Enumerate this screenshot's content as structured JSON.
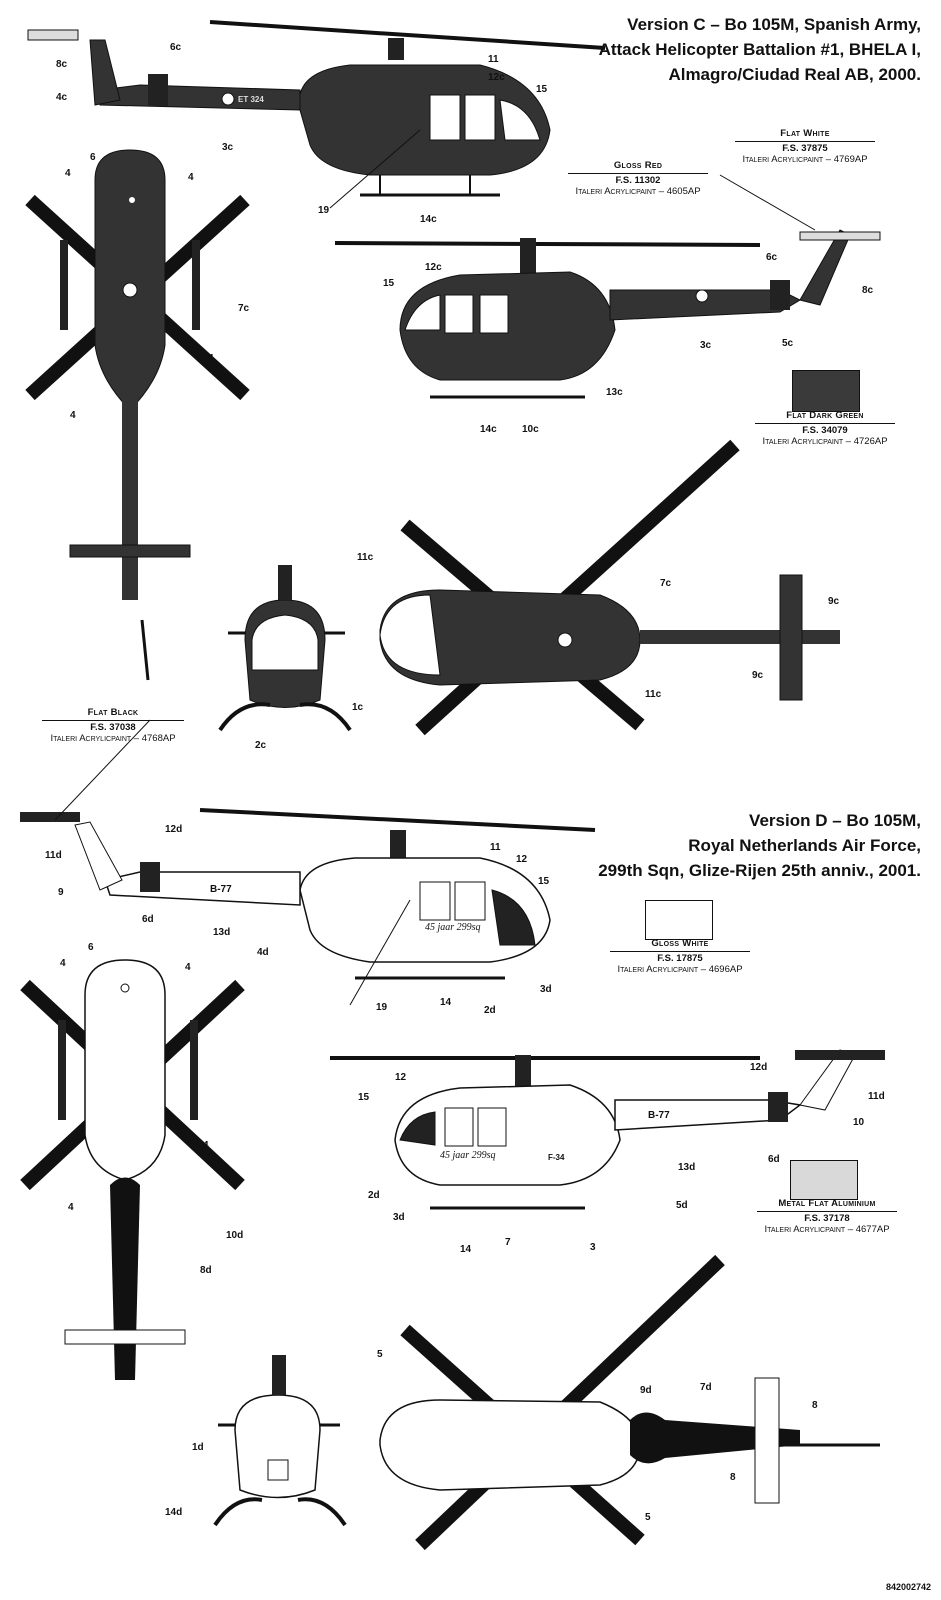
{
  "version_c": {
    "title_lines": [
      "Version C – Bo 105M, Spanish Army,",
      "Attack Helicopter Battalion #1, BHELA I,",
      "Almagro/Ciudad Real AB, 2000."
    ],
    "registration": "ET 324"
  },
  "version_d": {
    "title_lines": [
      "Version D – Bo 105M,",
      "Royal Netherlands Air Force,",
      "299th Sqn, Glize-Rijen 25th anniv., 2001."
    ],
    "registration": "B-77",
    "nose_code": "F-34",
    "anniversary_marking": "45 jaar 299sq"
  },
  "paints": {
    "flat_white": {
      "name": "Flat White",
      "fs": "F.S. 37875",
      "acrylic": "Italeri Acrylicpaint – 4769AP",
      "color": "#ffffff"
    },
    "gloss_red": {
      "name": "Gloss Red",
      "fs": "F.S. 11302",
      "acrylic": "Italeri Acrylicpaint – 4605AP",
      "color": "#b01515"
    },
    "flat_dark_green": {
      "name": "Flat Dark Green",
      "fs": "F.S. 34079",
      "acrylic": "Italeri Acrylicpaint – 4726AP",
      "color": "#3a3a3a"
    },
    "flat_black": {
      "name": "Flat Black",
      "fs": "F.S. 37038",
      "acrylic": "Italeri Acrylicpaint – 4768AP",
      "color": "#111111"
    },
    "gloss_white": {
      "name": "Gloss White",
      "fs": "F.S. 17875",
      "acrylic": "Italeri Acrylicpaint – 4696AP",
      "color": "#ffffff"
    },
    "metal_flat_aluminium": {
      "name": "Metal Flat Aluminium",
      "fs": "F.S. 37178",
      "acrylic": "Italeri Acrylicpaint – 4677AP",
      "color": "#d9d9d9"
    }
  },
  "callouts": {
    "c1": [
      "8c",
      "6c",
      "4c",
      "3c",
      "11",
      "12c",
      "15",
      "19",
      "14c"
    ],
    "c2": [
      "6",
      "4",
      "4",
      "7c",
      "4",
      "4"
    ],
    "c3": [
      "12c",
      "15",
      "6c",
      "8c",
      "5c",
      "3c",
      "13c",
      "14c",
      "10c"
    ],
    "c4": [
      "11c",
      "7c",
      "9c",
      "9c",
      "11c",
      "1c",
      "2c"
    ],
    "d1": [
      "12d",
      "11d",
      "9",
      "6d",
      "13d",
      "4d",
      "19",
      "14",
      "11",
      "12",
      "15",
      "3d",
      "2d"
    ],
    "d2": [
      "6",
      "4",
      "4",
      "4",
      "4",
      "10d",
      "8d"
    ],
    "d3": [
      "12",
      "15",
      "2d",
      "3d",
      "14",
      "7",
      "3",
      "5d",
      "12d",
      "11d",
      "10",
      "6d",
      "13d"
    ],
    "d4": [
      "5",
      "5",
      "9d",
      "7d",
      "8",
      "8",
      "1d",
      "14d"
    ]
  },
  "catalog_code": "842002742"
}
